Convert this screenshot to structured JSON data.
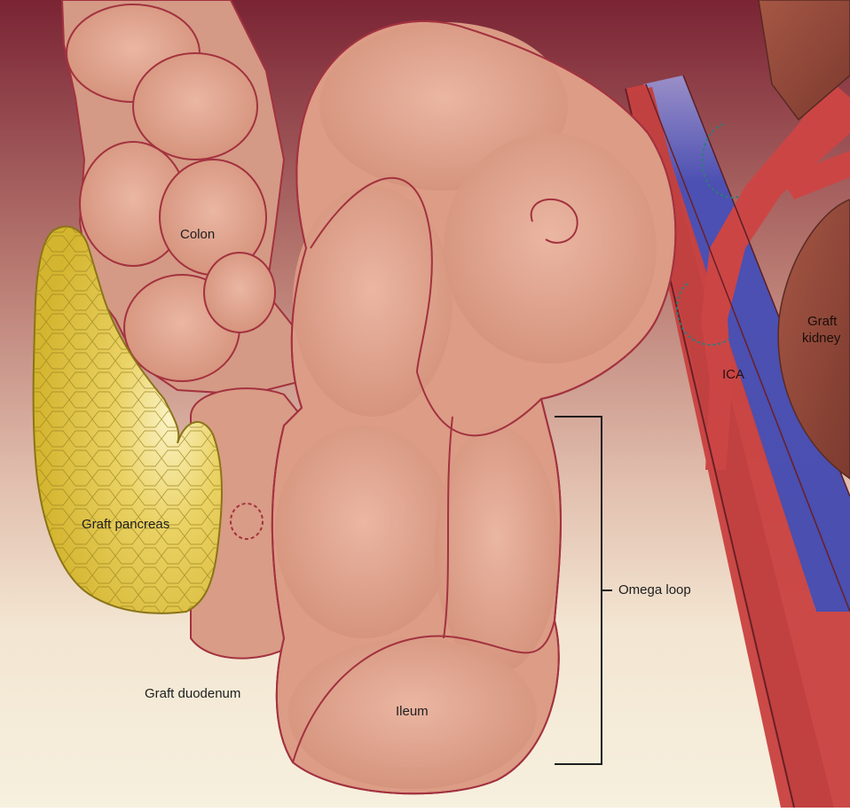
{
  "labels": {
    "colon": "Colon",
    "graft_pancreas": "Graft pancreas",
    "graft_duodenum": "Graft duodenum",
    "ileum": "Ileum",
    "omega_loop": "Omega loop",
    "ica": "ICA",
    "graft_kidney_line1": "Graft",
    "graft_kidney_line2": "kidney"
  },
  "colors": {
    "background_top": "#7a2434",
    "background_mid": "#d7a796",
    "background_bottom": "#f6f0de",
    "bowel_fill": "#dd9d86",
    "bowel_outline": "#a3323f",
    "pancreas_fill": "#e2c640",
    "pancreas_outline": "#8a7416",
    "artery": "#c8403f",
    "vein": "#4a4fb0",
    "kidney": "#93473a",
    "suture": "#2f7c78",
    "bracket": "#1e1e1e"
  }
}
